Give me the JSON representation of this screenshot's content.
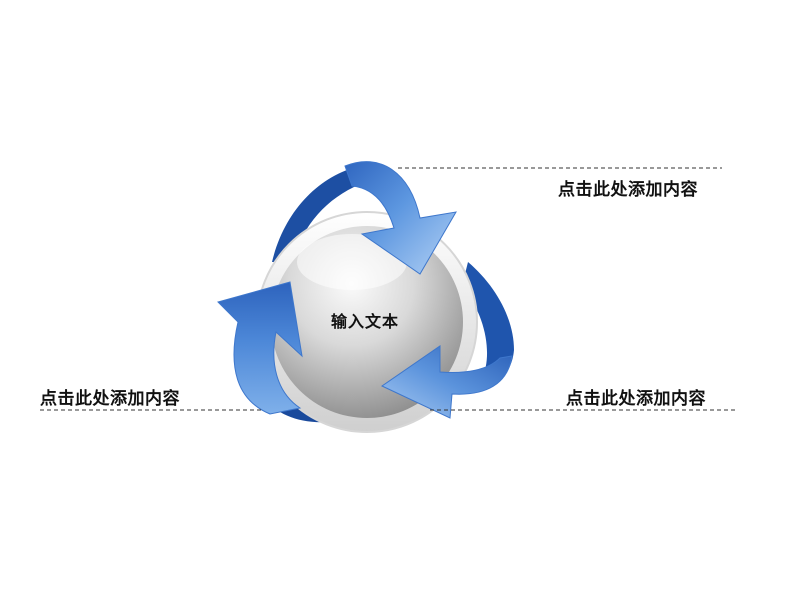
{
  "center": {
    "text": "输入文本"
  },
  "labels": {
    "top_right": "点击此处添加内容",
    "left": "点击此处添加内容",
    "bottom_right": "点击此处添加内容"
  },
  "colors": {
    "arrow_light": "#a9c9f0",
    "arrow_mid": "#5b93dc",
    "arrow_dark": "#1d4fa3",
    "circle_light": "#f7f7f7",
    "circle_dark": "#9a9a9a",
    "ring": "#e6e6e6",
    "leader_line": "#333333"
  }
}
